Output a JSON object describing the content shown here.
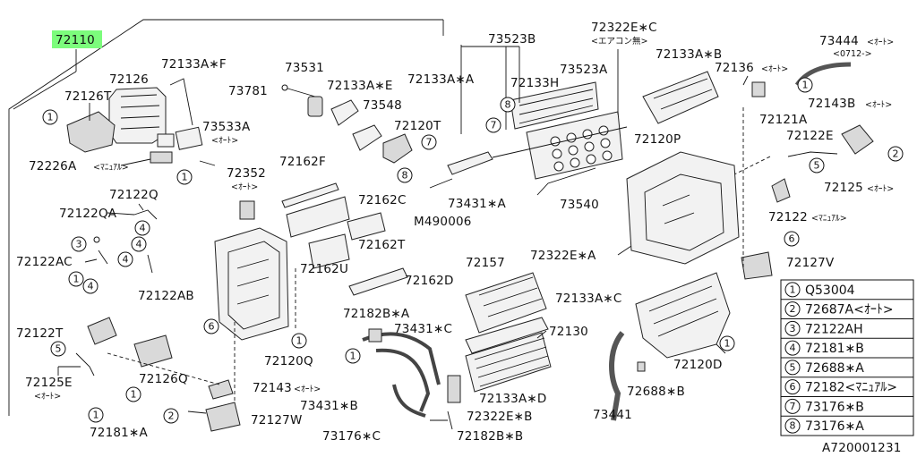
{
  "diagram": {
    "assembly_number": "72110",
    "highlight_color": "#7CFC7C",
    "figure_id": "A720001231",
    "labels": {
      "l72126": "72126",
      "l72133AF": "72133A∗F",
      "l72126T": "72126T",
      "l73533A": "73533A",
      "l73533A_note": "<ｵｰﾄ>",
      "l72226A": "72226A",
      "l72226A_note": "<ﾏﾆｭｱﾙ>",
      "l73531": "73531",
      "l73781": "73781",
      "l72133AE": "72133A∗E",
      "l73548": "73548",
      "l72120T": "72120T",
      "l72133AA": "72133A∗A",
      "l73523B": "73523B",
      "l72133H": "72133H",
      "l73523A": "73523A",
      "l72322EC": "72322E∗C",
      "l72322EC_note": "<エアコン無>",
      "l72133AB": "72133A∗B",
      "l73444": "73444",
      "l73444_note": "<ｵｰﾄ>",
      "l73444_note2": "<0712->",
      "l72136": "72136",
      "l72136_note": "<ｵｰﾄ>",
      "l72143B": "72143B",
      "l72143B_note": "<ｵｰﾄ>",
      "l72121A": "72121A",
      "l72122E": "72122E",
      "l72125": "72125",
      "l72125_note": "<ｵｰﾄ>",
      "l72120P": "72120P",
      "l72122": "72122",
      "l72122_note": "<ﾏﾆｭｱﾙ>",
      "l72127V": "72127V",
      "l72352": "72352",
      "l72352_note": "<ｵｰﾄ>",
      "l72162F": "72162F",
      "l72162C": "72162C",
      "l72162T": "72162T",
      "l72162U": "72162U",
      "l72162D": "72162D",
      "l73431A": "73431∗A",
      "lM490006": "M490006",
      "l73540": "73540",
      "l72322EA": "72322E∗A",
      "l72122Q": "72122Q",
      "l72122QA": "72122QA",
      "l72122AC": "72122AC",
      "l72122AB": "72122AB",
      "l72122T": "72122T",
      "l72125E": "72125E",
      "l72125E_note": "<ｵｰﾄ>",
      "l72126Q": "72126Q",
      "l72181A": "72181∗A",
      "l72143": "72143",
      "l72143_note": "<ｵｰﾄ>",
      "l72127W": "72127W",
      "l72120Q": "72120Q",
      "l72182BA": "72182B∗A",
      "l73431C": "73431∗C",
      "l72157": "72157",
      "l72133AC": "72133A∗C",
      "l72130": "72130",
      "l72133AD": "72133A∗D",
      "l72322EB": "72322E∗B",
      "l73431B": "73431∗B",
      "l73176C": "73176∗C",
      "l72182BB": "72182B∗B",
      "l73441": "73441",
      "l72688B": "72688∗B",
      "l72120D": "72120D"
    },
    "callouts": [
      "1",
      "2",
      "3",
      "4",
      "5",
      "6",
      "7",
      "8"
    ],
    "legend": [
      {
        "num": "1",
        "part": "Q53004"
      },
      {
        "num": "2",
        "part": "72687A<ｵｰﾄ>"
      },
      {
        "num": "3",
        "part": "72122AH"
      },
      {
        "num": "4",
        "part": "72181∗B"
      },
      {
        "num": "5",
        "part": "72688∗A"
      },
      {
        "num": "6",
        "part": "72182<ﾏﾆｭｱﾙ>"
      },
      {
        "num": "7",
        "part": "73176∗B"
      },
      {
        "num": "8",
        "part": "73176∗A"
      }
    ]
  }
}
